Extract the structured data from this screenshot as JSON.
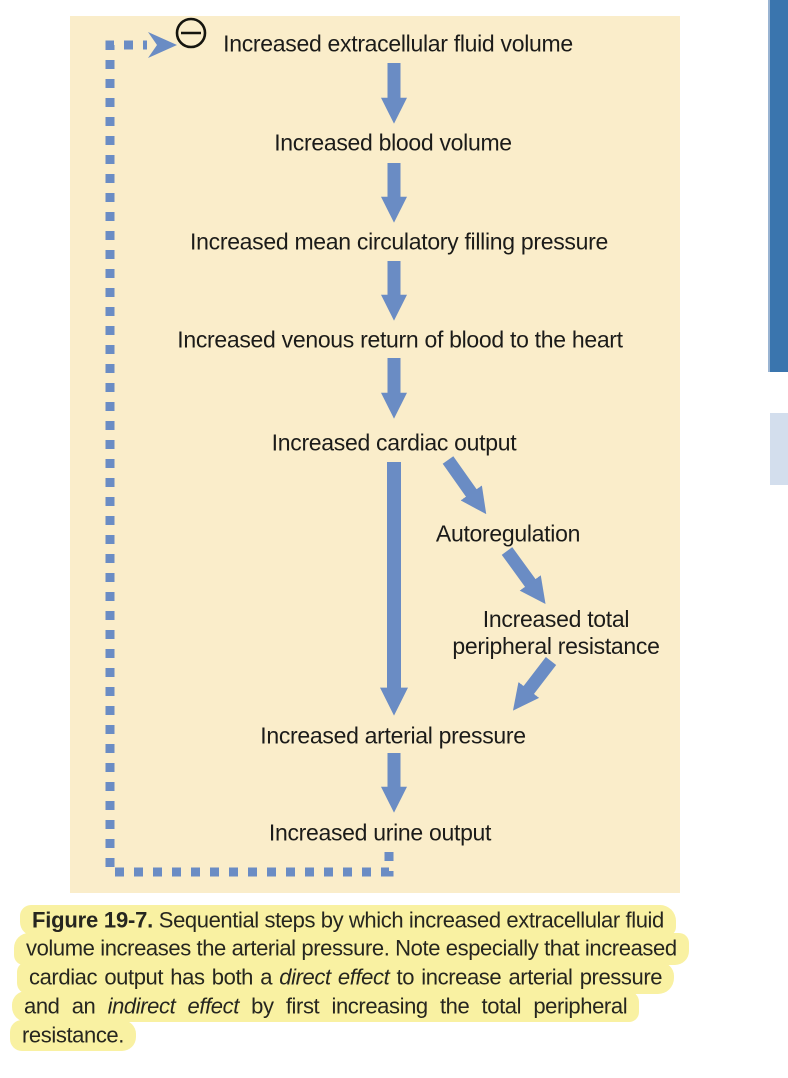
{
  "figure": {
    "panel_bg": "#FAEDCA",
    "arrow_color": "#6A8CC4",
    "negative_feedback_icon": "⊖",
    "nodes": {
      "extracellular": "Increased extracellular fluid volume",
      "blood_volume": "Increased blood volume",
      "filling_pressure": "Increased mean circulatory filling pressure",
      "venous_return": "Increased venous return of blood to the heart",
      "cardiac_output": "Increased cardiac output",
      "autoregulation": "Autoregulation",
      "tpr_line1": "Increased total",
      "tpr_line2": "peripheral resistance",
      "arterial_pressure": "Increased arterial pressure",
      "urine_output": "Increased urine output"
    }
  },
  "caption": {
    "highlight_color": "#F9F1A2",
    "line1_bold": "Figure 19-7.",
    "line1_rest": " Sequential steps by which increased extracellular fluid",
    "line2": "volume increases the arterial pressure. Note especially that increased",
    "line3_pre": "cardiac output has both a ",
    "line3_italic": "direct effect",
    "line3_post": " to increase arterial pressure",
    "line4_pre": "and an ",
    "line4_italic": "indirect effect",
    "line4_post": " by first increasing the total peripheral",
    "line5": "resistance."
  },
  "right_edge": {
    "dark_bar_color": "#3A75AE",
    "light_bar_color": "#D3DEED"
  }
}
